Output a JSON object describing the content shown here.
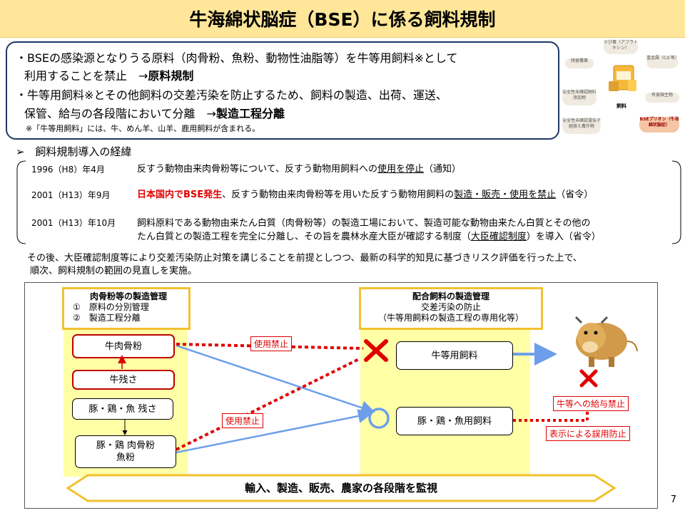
{
  "title": "牛海綿状脳症（BSE）に係る飼料規制",
  "summary": {
    "line1": "・BSEの感染源となりうる原料（肉骨粉、魚粉、動物性油脂等）を牛等用飼料※として",
    "line2_pre": "利用することを禁止　→",
    "line2_bold": "原料規制",
    "line3": "・牛等用飼料※とその他飼料の交差汚染を防止するため、飼料の製造、出荷、運送、",
    "line4_pre": "保管、給与の各段階において分離　→",
    "line4_bold": "製造工程分離",
    "note": "※「牛等用飼料」には、牛、めん羊、山羊、鹿用飼料が含まれる。"
  },
  "illustration": {
    "center_label": "飼料",
    "items": [
      {
        "label": "かび毒（アフラトキシン）"
      },
      {
        "label": "残留農薬"
      },
      {
        "label": "重金属（Cd 等）"
      },
      {
        "label": "安全性未確認飼料添加物"
      },
      {
        "label": "有害微生物"
      },
      {
        "label": "安全性未確認遺伝子組換え農作物"
      },
      {
        "label": "BSEプリオン（牛海綿状脳症）"
      }
    ]
  },
  "history": {
    "heading": "飼料規制導入の経緯",
    "bullet": "➢",
    "entries": [
      {
        "year": "1996（H8）年4月",
        "pre": "反すう動物由来肉骨粉等について、反すう動物用飼料への",
        "underline": "使用を停止",
        "post": "（通知）"
      },
      {
        "year": "2001（H13）年9月",
        "red": "日本国内でBSE発生",
        "pre": "、反すう動物由来肉骨粉等を用いた反すう動物用飼料の",
        "underline": "製造・販売・使用を禁止",
        "post": "（省令）"
      },
      {
        "year": "2001（H13）年10月",
        "line1": "飼料原料である動物由来たん白質（肉骨粉等）の製造工場において、製造可能な動物由来たん白質とその他の",
        "line2_pre": "たん白質との製造工程を完全に分離し、その旨を農林水産大臣が確認する制度（",
        "underline": "大臣確認制度",
        "post": "）を導入（省令）"
      }
    ]
  },
  "after": {
    "line1": "その後、大臣確認制度等により交差汚染防止対策を講じることを前提としつつ、最新の科学的知見に基づきリスク評価を行った上で、",
    "line2": "順次、飼料規制の範囲の見直しを実施。"
  },
  "diagram": {
    "left_label": {
      "title": "肉骨粉等の製造管理",
      "item1": "①　原料の分別管理",
      "item2": "②　製造工程分離"
    },
    "right_label": {
      "title": "配合飼料の製造管理",
      "line1": "交差汚染の防止",
      "line2": "（牛等用飼料の製造工程の専用化等）"
    },
    "nodes": {
      "beef_mbm": "牛肉骨粉",
      "beef_residue": "牛残さ",
      "pork_residue": "豚・鶏・魚 残さ",
      "pork_mbm_l1": "豚・鶏 肉骨粉",
      "pork_mbm_l2": "魚粉",
      "cattle_feed": "牛等用飼料",
      "pork_feed": "豚・鶏・魚用飼料"
    },
    "tags": {
      "ban1": "使用禁止",
      "ban2": "使用禁止",
      "feed_ban": "牛等への給与禁止",
      "label_prevent": "表示による誤用防止"
    },
    "arrow_text": "輸入、製造、販売、農家の各段階を監視",
    "colors": {
      "red": "#e00000",
      "blue": "#6d9eeb",
      "yellow": "#ffffa6",
      "gold": "#f2c12e"
    }
  },
  "page_number": "7"
}
